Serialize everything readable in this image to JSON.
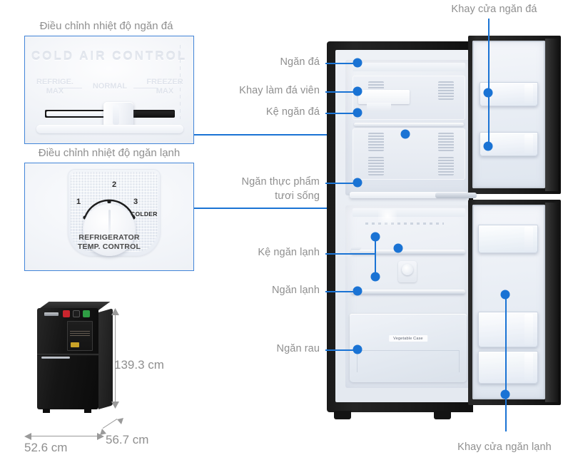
{
  "accent_color": "#1a73d4",
  "label_color": "#8f8f8f",
  "panel_border_color": "#4285d8",
  "detail_panels": [
    {
      "title": "Điều chỉnh nhiệt độ ngăn đá",
      "embossed_title": "COLD AIR CONTROL",
      "scale_labels": [
        "REFRIGE.\nMAX",
        "NORMAL",
        "FREEZER\nMAX"
      ],
      "control_type": "slider"
    },
    {
      "title": "Điều chỉnh nhiệt độ ngăn lạnh",
      "dial_numbers": [
        "1",
        "2",
        "3"
      ],
      "dial_end_label": "COLDER",
      "caption": "REFRIGERATOR\nTEMP. CONTROL",
      "control_type": "rotary-dial"
    }
  ],
  "callouts": {
    "freezer_door_bins": "Khay cửa ngăn đá",
    "freezer_compartment": "Ngăn đá",
    "ice_cube_tray": "Khay làm đá viên",
    "freezer_shelf": "Kệ ngăn đá",
    "fresh_food_compartment": "Ngăn thực phẩm\ntươi sống",
    "fridge_shelf": "Kệ ngăn lạnh",
    "fridge_compartment": "Ngăn lạnh",
    "vegetable_compartment": "Ngăn rau",
    "fridge_door_bins": "Khay cửa ngăn lạnh"
  },
  "product_art": {
    "vegetable_case_label": "Vegetable Case"
  },
  "dimensions": {
    "height": "139.3 cm",
    "width": "52.6 cm",
    "depth": "56.7 cm"
  }
}
